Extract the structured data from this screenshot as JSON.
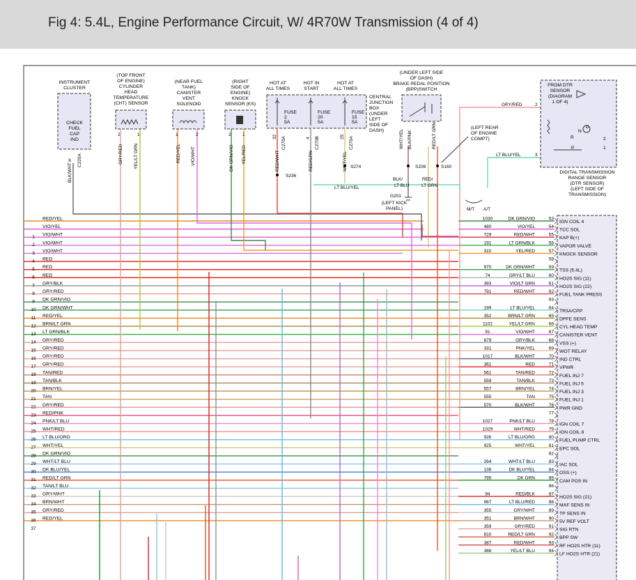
{
  "figure_title": "Fig 4: 5.4L, Engine Performance Circuit, W/ 4R70W Transmission (4 of 4)",
  "components": {
    "instrument_cluster": {
      "title": [
        "INSTRUMENT",
        "CLUSTER"
      ],
      "label": [
        "CHECK",
        "FUEL",
        "CAP",
        "IND"
      ],
      "pin": "6",
      "wire": "BLK/WHT",
      "connector": "C220A"
    },
    "cht_sensor": {
      "title": [
        "(TOP FRONT",
        "OF ENGINE)",
        "CYLINDER",
        "HEAD",
        "TEMPERATURE",
        "(CHT) SENSOR"
      ],
      "pins": [
        "2",
        "1"
      ],
      "wires": [
        "GRY/RED",
        "YEL/LT GRN"
      ]
    },
    "canister_vent": {
      "title": [
        "(NEAR FUEL",
        "TANK)",
        "CANISTER",
        "VENT",
        "SOLENOID"
      ],
      "pins": [
        "1",
        "2"
      ],
      "wires": [
        "RED/YEL",
        "VIO/WHT"
      ]
    },
    "knock_sensor": {
      "title": [
        "(RIGHT",
        "SIDE OF",
        "ENGINE)",
        "KNOCK",
        "SENSOR (KS)"
      ],
      "pins": [
        "2",
        "1"
      ],
      "wires": [
        "DK GRN/VIO",
        "YEL/RED"
      ]
    },
    "cjb": {
      "fuses": [
        {
          "hot": [
            "HOT AT",
            "ALL TIMES"
          ],
          "label": [
            "FUSE",
            "2",
            "5A"
          ],
          "pin": "32",
          "connector": "C270A",
          "wire": "RED/WHT"
        },
        {
          "hot": [
            "HOT IN",
            "START"
          ],
          "label": [
            "FUSE",
            "20",
            "5A"
          ],
          "pin": "4",
          "connector": "C270B",
          "wire": "RED/GRN"
        },
        {
          "hot": [
            "HOT AT",
            "ALL TIMES"
          ],
          "label": [
            "FUSE",
            "15",
            "5A"
          ],
          "pin": "25",
          "connector": "C270A",
          "wire": "WHT/YEL"
        }
      ],
      "title": [
        "CENTRAL",
        "JUNCTION",
        "BOX",
        "(UNDER",
        "LEFT",
        "SIDE OF",
        "DASH)"
      ]
    },
    "bpp_switch": {
      "title": [
        "(UNDER LEFT SIDE",
        "OF DASH)",
        "BRAKE PEDAL POSITION",
        "(BPP)SWITCH"
      ],
      "wires": [
        "WHT/YEL",
        "BLK/PNK",
        "RED/LT GRN"
      ]
    },
    "dtr_sensor": {
      "inner_title": [
        "FROM DTR",
        "SENSOR",
        "(DIAGRAM",
        "1 OF 4)"
      ],
      "labels": [
        "R",
        "N",
        "D",
        "P",
        "2",
        "1"
      ],
      "pin_gry": "2",
      "pin_blu": "3",
      "wire_gry": "GRY/RED",
      "wire_blu": "LT BLU/YEL",
      "title": [
        "DIGITAL TRANSMISSION",
        "RANGE SENSOR",
        "(DTR SENSOR)",
        "(LEFT SIDE OF",
        "TRANSMISSION)"
      ]
    },
    "splices": [
      "S236",
      "S274",
      "S208",
      "S160"
    ],
    "s160_note": [
      "(LEFT REAR",
      "OF ENGINE",
      "COMPT)"
    ],
    "ground": {
      "name": "G201",
      "note": [
        "(LEFT KICK",
        "PANEL)"
      ],
      "wires": [
        "BLK/",
        "LT BLU",
        "RED/",
        "LT GRN"
      ]
    },
    "lt_blu_yel_label": "LT BLU/YEL",
    "mt_at": [
      "M/T",
      "A/T"
    ]
  },
  "left_rows": [
    {
      "n": "",
      "c": "RED/YEL"
    },
    {
      "n": "1",
      "c": "VIO/YEL"
    },
    {
      "n": "2",
      "c": "VIO/WHT"
    },
    {
      "n": "3",
      "c": "VIO/WHT"
    },
    {
      "n": "4",
      "c": "VIO/WHT"
    },
    {
      "n": "5",
      "c": "RED"
    },
    {
      "n": "6",
      "c": "RED"
    },
    {
      "n": "7",
      "c": "RED"
    },
    {
      "n": "8",
      "c": "GRY/BLK"
    },
    {
      "n": "9",
      "c": "GRY/RED"
    },
    {
      "n": "10",
      "c": "DK GRN/VIO"
    },
    {
      "n": "11",
      "c": "DK GRN/WHT"
    },
    {
      "n": "12",
      "c": "RED/YEL"
    },
    {
      "n": "13",
      "c": "BRN/LT GRN"
    },
    {
      "n": "14",
      "c": "LT GRN/BLK"
    },
    {
      "n": "15",
      "c": "GRY/RED"
    },
    {
      "n": "16",
      "c": "GRY/RED"
    },
    {
      "n": "17",
      "c": "GRY/RED"
    },
    {
      "n": "18",
      "c": "GRY/RED"
    },
    {
      "n": "19",
      "c": "TAN/RED"
    },
    {
      "n": "20",
      "c": "TAN/BLK"
    },
    {
      "n": "21",
      "c": "BRN/YEL"
    },
    {
      "n": "22",
      "c": "TAN"
    },
    {
      "n": "23",
      "c": "GRY/RED"
    },
    {
      "n": "24",
      "c": "RED/PNK"
    },
    {
      "n": "25",
      "c": "PNK/LT BLU"
    },
    {
      "n": "26",
      "c": "WHT/RED"
    },
    {
      "n": "27",
      "c": "LT BLU/ORG"
    },
    {
      "n": "28",
      "c": "WHT/YEL"
    },
    {
      "n": "29",
      "c": "DK GRN/VIO"
    },
    {
      "n": "30",
      "c": "WHT/LT BLU"
    },
    {
      "n": "31",
      "c": "DK BLU/YEL"
    },
    {
      "n": "32",
      "c": "RED/LT GRN"
    },
    {
      "n": "33",
      "c": "TAN/LT BLU"
    },
    {
      "n": "34",
      "c": "GRY/WHT"
    },
    {
      "n": "35",
      "c": "BRN/WHT"
    },
    {
      "n": "36",
      "c": "GRY/RED"
    },
    {
      "n": "37",
      "c": "RED/YEL"
    }
  ],
  "pcm_rows": [
    {
      "circ": "1030",
      "wire": "DK GRN/VIO",
      "pin": "53",
      "func": "IGN COIL 4"
    },
    {
      "circ": "480",
      "wire": "VIO/YEL",
      "pin": "54",
      "func": "TCC SOL"
    },
    {
      "circ": "729",
      "wire": "RED/WHT",
      "pin": "55",
      "func": "KAP B(+)"
    },
    {
      "circ": "191",
      "wire": "LT GRN/BLK",
      "pin": "56",
      "func": "VAPOR VALVE"
    },
    {
      "circ": "310",
      "wire": "YEL/RED",
      "pin": "57",
      "func": "KNOCK SENSOR"
    },
    {
      "circ": "",
      "wire": "",
      "pin": "58",
      "func": ""
    },
    {
      "circ": "970",
      "wire": "DK GRN/WHT",
      "pin": "59",
      "func": "TSS (5.4L)"
    },
    {
      "circ": "74",
      "wire": "GRY/LT BLU",
      "pin": "60",
      "func": "HO2S SIG (11)"
    },
    {
      "circ": "393",
      "wire": "VIO/LT GRN",
      "pin": "61",
      "func": "HO2S SIG (22)"
    },
    {
      "circ": "791",
      "wire": "RED/WHT",
      "pin": "62",
      "func": "FUEL TANK PRESS"
    },
    {
      "circ": "",
      "wire": "",
      "pin": "63",
      "func": ""
    },
    {
      "circ": "199",
      "wire": "LT BLU/YEL",
      "pin": "64",
      "func": "TR3A/CPP"
    },
    {
      "circ": "352",
      "wire": "BRN/LT GRN",
      "pin": "65",
      "func": "DPFE SENS"
    },
    {
      "circ": "1102",
      "wire": "YEL/LT GRN",
      "pin": "66",
      "func": "CYL HEAD TEMP"
    },
    {
      "circ": "91",
      "wire": "VIO/WHT",
      "pin": "67",
      "func": "CANISTER VENT"
    },
    {
      "circ": "679",
      "wire": "GRY/BLK",
      "pin": "68",
      "func": "VSS (+)"
    },
    {
      "circ": "331",
      "wire": "PNK/YEL",
      "pin": "69",
      "func": "WOT RELAY"
    },
    {
      "circ": "1017",
      "wire": "BLK/WHT",
      "pin": "70",
      "func": "IND CTRL"
    },
    {
      "circ": "361",
      "wire": "RED",
      "pin": "71",
      "func": "VPWR"
    },
    {
      "circ": "561",
      "wire": "TAN/RED",
      "pin": "72",
      "func": "FUEL INJ 7"
    },
    {
      "circ": "559",
      "wire": "TAN/BLK",
      "pin": "73",
      "func": "FUEL INJ 5"
    },
    {
      "circ": "557",
      "wire": "BRN/YEL",
      "pin": "74",
      "func": "FUEL INJ 3"
    },
    {
      "circ": "555",
      "wire": "TAN",
      "pin": "75",
      "func": "FUEL INJ 1"
    },
    {
      "circ": "570",
      "wire": "BLK/WHT",
      "pin": "76",
      "func": "PWR GND"
    },
    {
      "circ": "",
      "wire": "",
      "pin": "77",
      "func": ""
    },
    {
      "circ": "1027",
      "wire": "PNK/LT BLU",
      "pin": "78",
      "func": "IGN COIL 7"
    },
    {
      "circ": "1029",
      "wire": "WHT/RED",
      "pin": "79",
      "func": "IGN COIL 8"
    },
    {
      "circ": "926",
      "wire": "LT BLU/ORG",
      "pin": "80",
      "func": "FUEL PUMP CTRL"
    },
    {
      "circ": "925",
      "wire": "WHT/YEL",
      "pin": "81",
      "func": "EPC SOL"
    },
    {
      "circ": "",
      "wire": "",
      "pin": "82",
      "func": ""
    },
    {
      "circ": "264",
      "wire": "WHT/LT BLU",
      "pin": "83",
      "func": "IAC SOL"
    },
    {
      "circ": "136",
      "wire": "DK BLU/YEL",
      "pin": "84",
      "func": "OSS (+)"
    },
    {
      "circ": "795",
      "wire": "DK GRN",
      "pin": "85",
      "func": "CAM POS IN"
    },
    {
      "circ": "",
      "wire": "",
      "pin": "86",
      "func": ""
    },
    {
      "circ": "94",
      "wire": "RED/BLK",
      "pin": "87",
      "func": "HO2S SIG (21)"
    },
    {
      "circ": "967",
      "wire": "LT BLU/RED",
      "pin": "88",
      "func": "MAF SENS IN"
    },
    {
      "circ": "355",
      "wire": "GRY/WHT",
      "pin": "89",
      "func": "TP SENS IN"
    },
    {
      "circ": "351",
      "wire": "BRN/WHT",
      "pin": "90",
      "func": "5V REF VOLT"
    },
    {
      "circ": "359",
      "wire": "GRY/RED",
      "pin": "91",
      "func": "SIG RTN"
    },
    {
      "circ": "810",
      "wire": "RED/LT GRN",
      "pin": "92",
      "func": "BPP SW"
    },
    {
      "circ": "387",
      "wire": "RED/WHT",
      "pin": "93",
      "func": "RF HO2S HTR (11)"
    },
    {
      "circ": "388",
      "wire": "YEL/LT BLU",
      "pin": "94",
      "func": "LF HO2S HTR (21)"
    }
  ],
  "colors": {
    "RED": "#e41b1b",
    "RED/YEL": "#e8852a",
    "RED/WHT": "#d94545",
    "RED/LT GRN": "#d65a2e",
    "RED/PNK": "#e85a84",
    "RED/BLK": "#c4281e",
    "VIO": "#cf43d6",
    "VIO/YEL": "#d65ad8",
    "VIO/WHT": "#d46ddb",
    "VIO/LT GRN": "#b263d4",
    "GRY": "#a5a5a5",
    "GRY/RED": "#e79d98",
    "GRY/BLK": "#8f8f8f",
    "GRY/WHT": "#c7c7c7",
    "GRY/LT BLU": "#9fb8cc",
    "DK GRN": "#1e8f2a",
    "DK GRN/VIO": "#3c8a4a",
    "DK GRN/WHT": "#3a9b55",
    "LT GRN": "#48c85a",
    "LT GRN/BLK": "#3caa45",
    "BRN": "#b0772a",
    "BRN/LT GRN": "#9e8c32",
    "BRN/YEL": "#b89545",
    "BRN/WHT": "#c49b6a",
    "TAN": "#cfa16b",
    "TAN/RED": "#d37e63",
    "TAN/BLK": "#a8835a",
    "TAN/LT BLU": "#8fc4d0",
    "PNK": "#f08ccc",
    "PNK/LT BLU": "#e595ba",
    "PNK/YEL": "#f0b898",
    "WHT": "#c8c8c8",
    "WHT/RED": "#ee9a9a",
    "WHT/YEL": "#d3c872",
    "WHT/LT BLU": "#89c7ec",
    "LT BLU": "#4fc0e8",
    "LT BLU/ORG": "#7cc1d8",
    "LT BLU/YEL": "#74d5b8",
    "LT BLU/RED": "#75b3e1",
    "DK BLU": "#2b4fc6",
    "DK BLU/YEL": "#4c7ad0",
    "YEL": "#e0c400",
    "YEL/RED": "#ef9b1e",
    "YEL/LT GRN": "#a6cc2e",
    "YEL/LT BLU": "#9ccb76",
    "BLK": "#444444",
    "BLK/WHT": "#606060",
    "BLK/PNK": "#9a5a78"
  }
}
